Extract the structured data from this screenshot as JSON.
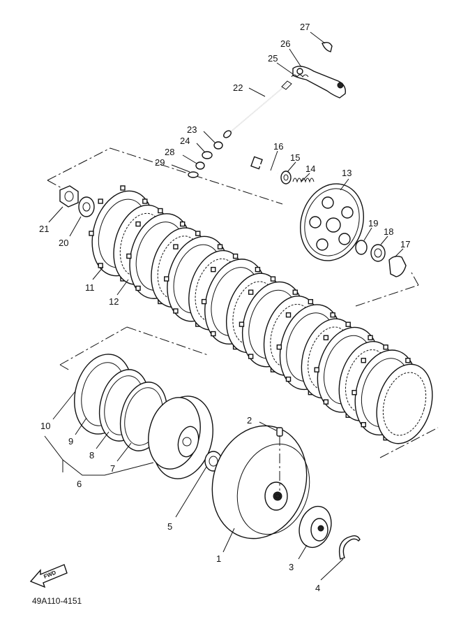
{
  "diagram": {
    "callouts": [
      "1",
      "2",
      "3",
      "4",
      "5",
      "6",
      "7",
      "8",
      "9",
      "10",
      "11",
      "12",
      "13",
      "14",
      "15",
      "16",
      "17",
      "18",
      "19",
      "20",
      "21",
      "22",
      "23",
      "24",
      "25",
      "26",
      "27",
      "28",
      "29"
    ],
    "fwd_label": "FWD",
    "drawing_code": "49A110-4151"
  }
}
